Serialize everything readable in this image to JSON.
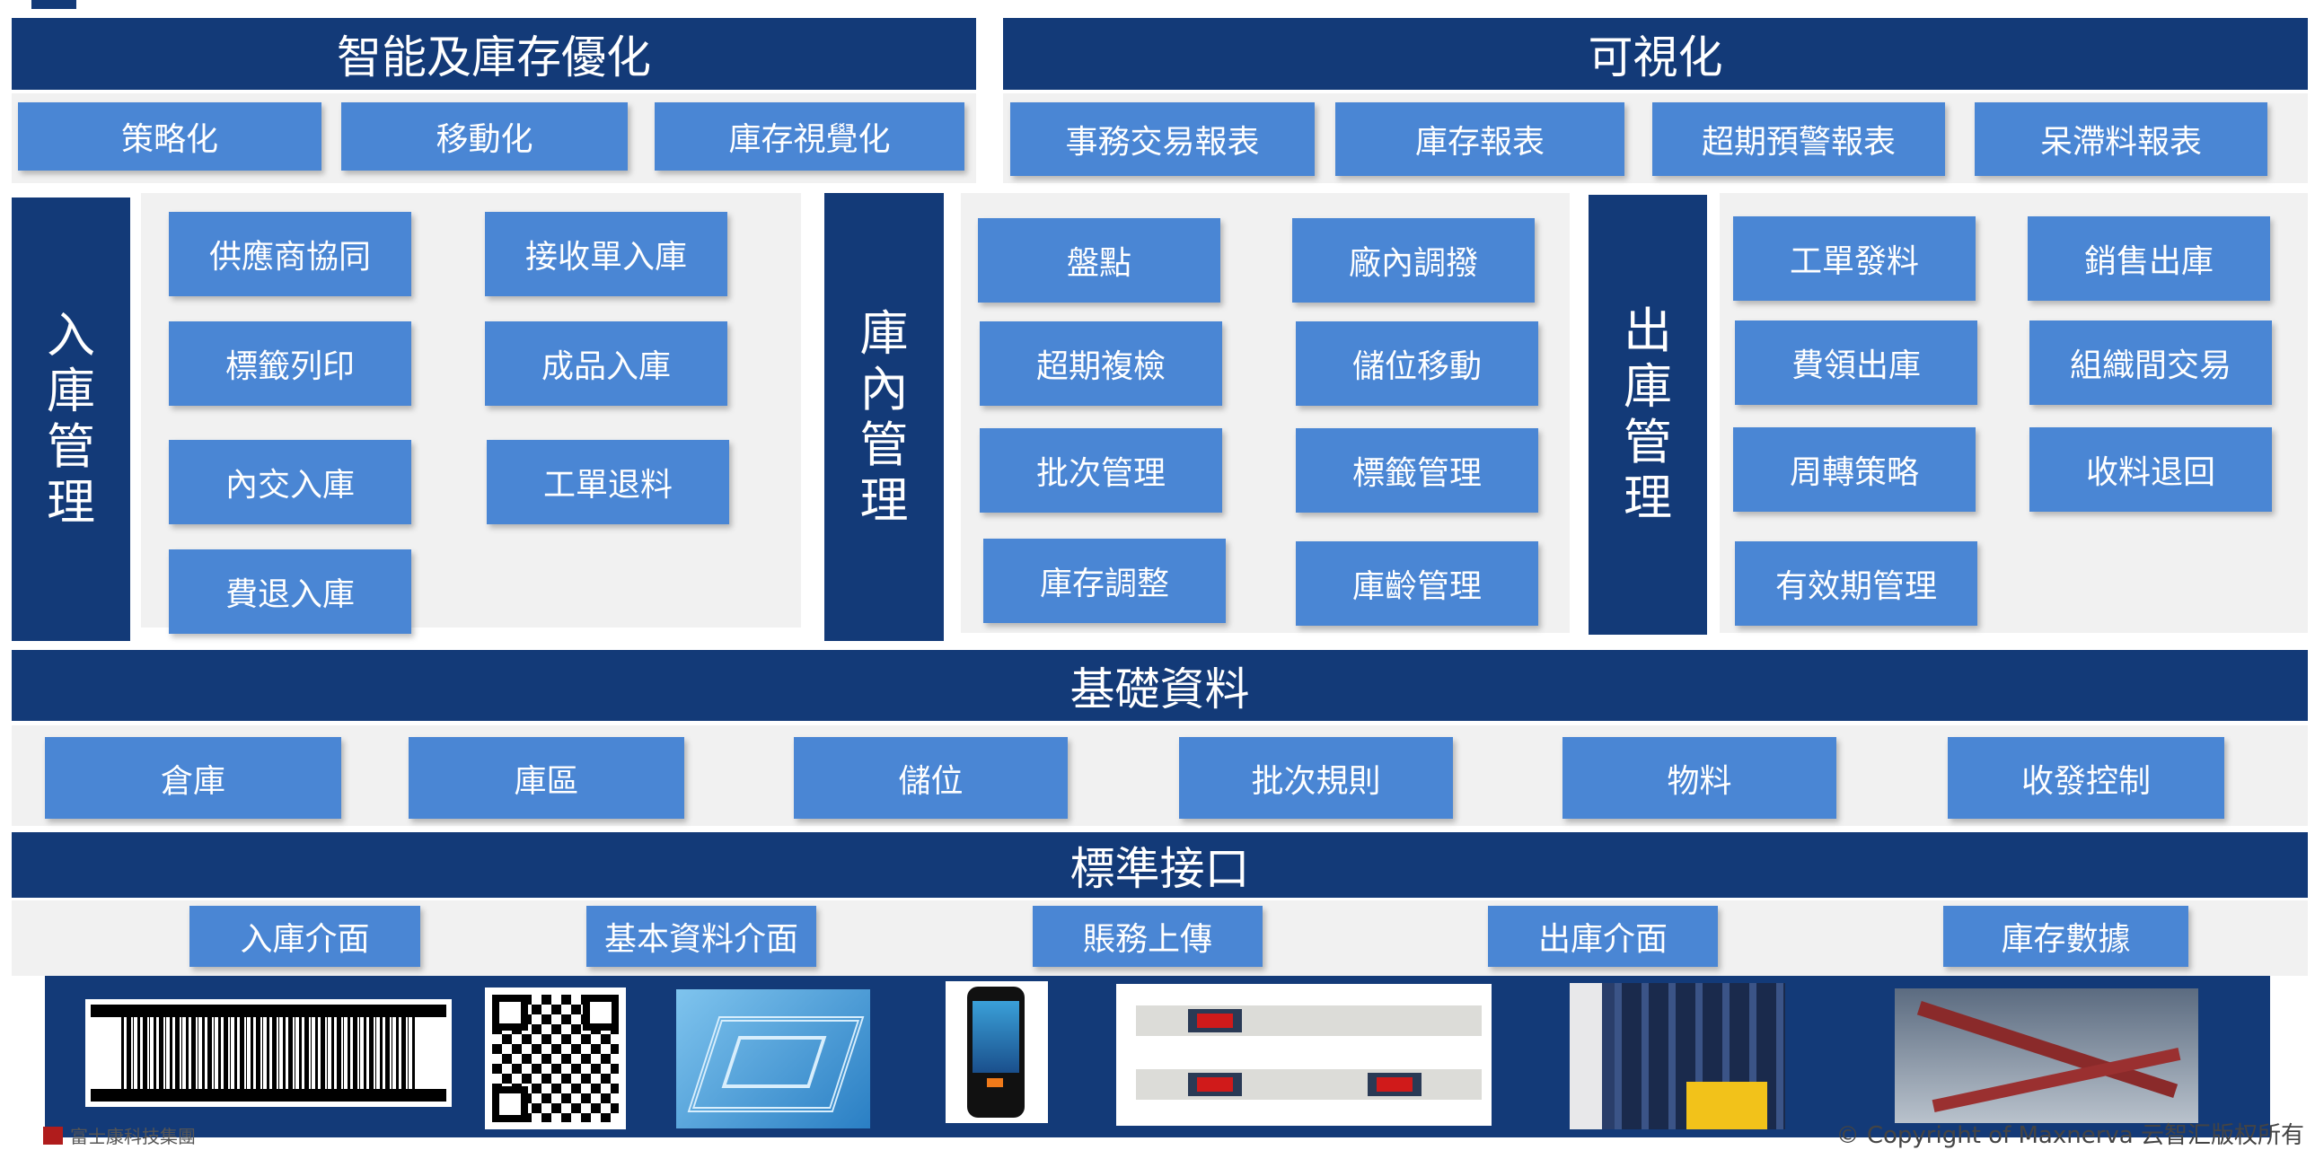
{
  "top": {
    "left_title": "智能及庫存優化",
    "right_title": "可視化",
    "left_items": [
      "策略化",
      "移動化",
      "庫存視覺化"
    ],
    "right_items": [
      "事務交易報表",
      "庫存報表",
      "超期預警報表",
      "呆滯料報表"
    ]
  },
  "inbound": {
    "label": [
      "入",
      "庫",
      "管",
      "理"
    ],
    "items": [
      "供應商協同",
      "接收單入庫",
      "標籤列印",
      "成品入庫",
      "內交入庫",
      "工單退料",
      "費退入庫"
    ]
  },
  "internal": {
    "label": [
      "庫",
      "內",
      "管",
      "理"
    ],
    "items": [
      "盤點",
      "廠內調撥",
      "超期複檢",
      "儲位移動",
      "批次管理",
      "標籤管理",
      "庫存調整",
      "庫齡管理"
    ]
  },
  "outbound": {
    "label": [
      "出",
      "庫",
      "管",
      "理"
    ],
    "items": [
      "工單發料",
      "銷售出庫",
      "費領出庫",
      "組織間交易",
      "周轉策略",
      "收料退回",
      "有效期管理"
    ]
  },
  "basic": {
    "title": "基礎資料",
    "items": [
      "倉庫",
      "庫區",
      "儲位",
      "批次規則",
      "物料",
      "收發控制"
    ]
  },
  "interface": {
    "title": "標準接口",
    "items": [
      "入庫介面",
      "基本資料介面",
      "賬務上傳",
      "出庫介面",
      "庫存數據"
    ]
  },
  "devices": [
    "barcode",
    "qr-code",
    "rfid-tag",
    "handheld-terminal",
    "electronic-label-sensor",
    "automated-warehouse",
    "conveyor-system"
  ],
  "footer": {
    "logo_text": "富士康科技集團",
    "copyright": "© Copyright of Maxnerva 云智汇版权所有"
  },
  "colors": {
    "dark": "#133a78",
    "light": "#4a86d4",
    "panel": "#f1f1f1"
  }
}
